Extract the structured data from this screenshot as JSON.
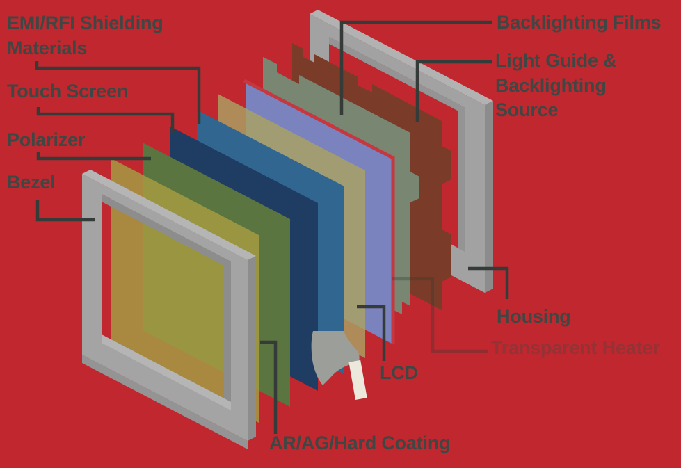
{
  "title": "LCD display exploded assembly diagram",
  "labels": {
    "emi_shielding": "EMI/RFI Shielding Materials",
    "touch_screen": "Touch Screen",
    "polarizer": "Polarizer",
    "bezel": "Bezel",
    "coating": "AR/AG/Hard Coating",
    "lcd": "LCD",
    "backlighting_films": "Backlighting Films",
    "light_guide": "Light Guide & Backlighting Source",
    "housing": "Housing",
    "transparent_heater": "Transparent Heater"
  },
  "layers": [
    {
      "id": "bezel",
      "label": "Bezel"
    },
    {
      "id": "ar_ag_hard_coating",
      "label": "AR/AG/Hard Coating"
    },
    {
      "id": "polarizer",
      "label": "Polarizer"
    },
    {
      "id": "touch_screen",
      "label": "Touch Screen"
    },
    {
      "id": "emi_rfi_shielding",
      "label": "EMI/RFI Shielding Materials"
    },
    {
      "id": "transparent_heater",
      "label": "Transparent Heater"
    },
    {
      "id": "lcd",
      "label": "LCD"
    },
    {
      "id": "backlighting_films",
      "label": "Backlighting Films"
    },
    {
      "id": "light_guide_backlighting_source",
      "label": "Light Guide & Backlighting Source"
    },
    {
      "id": "housing",
      "label": "Housing"
    }
  ],
  "colors": {
    "background": "#C1272E",
    "label_text": "#3F4744",
    "leader_line": "#343B39",
    "bezel_face": "#A4A4A4",
    "bezel_light": "#B5B5B5",
    "bezel_dark": "#8D8D8D",
    "bezel_bottom": "#949494",
    "coating": "#A49B42",
    "coating_edge_band": "#98903C",
    "polarizer": "#5A7540",
    "touch_screen": "#1F3C63",
    "emi_shielding": "#30668F",
    "heater": "#ABA163",
    "lcd": "#7B83BE",
    "lcd_border": "#C53840",
    "films": "#798672",
    "light_guide": "#7A3C28",
    "housing_face": "#A2A2A2",
    "housing_light": "#B2B2B2",
    "housing_dark": "#8C8C8C",
    "housing_inner": "#949494",
    "cable": "#9B9E99",
    "connector": "#ECE9DC"
  }
}
